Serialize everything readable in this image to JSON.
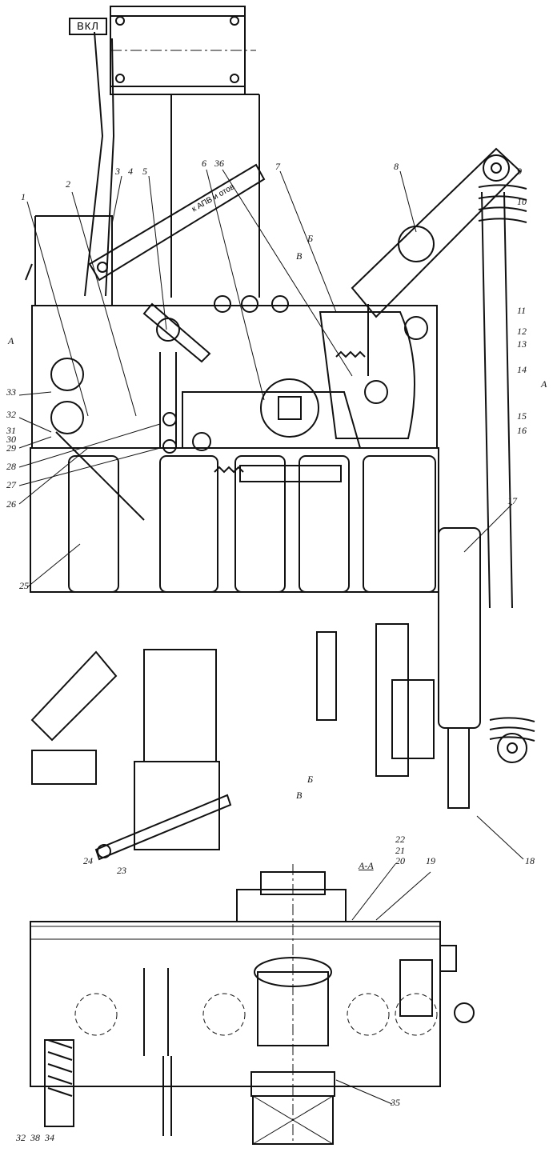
{
  "plate_label": "ВКЛ",
  "lever_tag": "к АПВ и отов",
  "section_label": "А-А",
  "section_marks": {
    "a": "А",
    "b": "Б",
    "v": "В"
  },
  "callouts": [
    "1",
    "2",
    "3",
    "4",
    "5",
    "6",
    "36",
    "7",
    "8",
    "9",
    "10",
    "11",
    "12",
    "13",
    "14",
    "15",
    "16",
    "17",
    "18",
    "19",
    "20",
    "21",
    "22",
    "23",
    "24",
    "25",
    "26",
    "27",
    "28",
    "29",
    "30",
    "31",
    "32",
    "33"
  ],
  "bottom_callouts": [
    "32",
    "38",
    "34",
    "35"
  ],
  "colors": {
    "ink": "#111111",
    "paper": "#ffffff"
  }
}
